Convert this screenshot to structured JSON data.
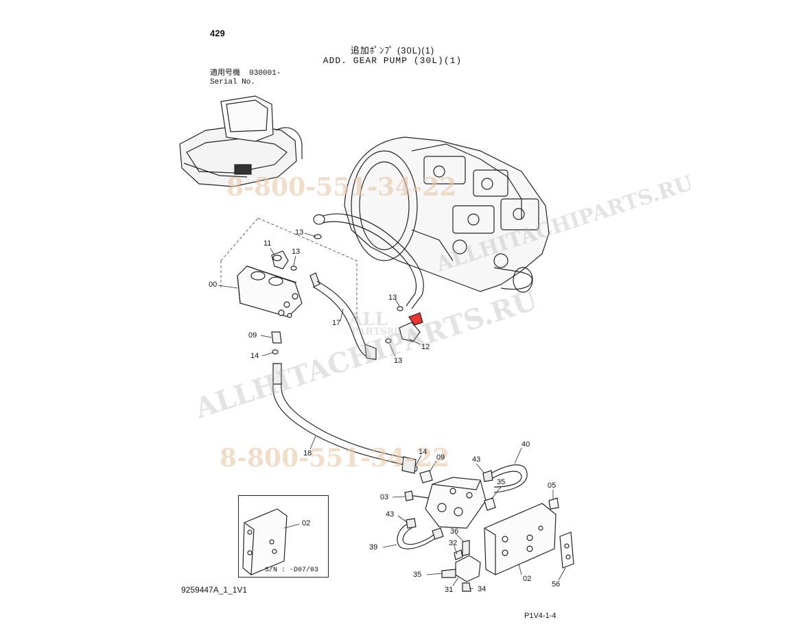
{
  "page_number": "429",
  "title_jp": "追加ﾎﾟﾝﾌﾟ (30L)(1)",
  "title_en": "ADD. GEAR PUMP (30L)(1)",
  "serial": {
    "label_jp": "適用号機",
    "label_en": "Serial No.",
    "value": "030001-"
  },
  "doc_id": "9259447A_1_1V1",
  "ref_code": "P1V4-1-4",
  "sn_note": "S/N : -D07/03",
  "watermarks": {
    "phone_upper": "8-800-551-34-22",
    "phone_lower": "8-800-551-34-22",
    "site_diag": "ALLHITACHIPARTS.RU",
    "site_small": "ALLHITACHIPARTS.RU",
    "logo_a": "ALL",
    "logo_b": "PARTS88"
  },
  "callouts": [
    {
      "id": "c13a",
      "text": "13"
    },
    {
      "id": "c11",
      "text": "11"
    },
    {
      "id": "c13b",
      "text": "13"
    },
    {
      "id": "c00",
      "text": "00"
    },
    {
      "id": "c13c",
      "text": "13"
    },
    {
      "id": "c17",
      "text": "17"
    },
    {
      "id": "c09a",
      "text": "09"
    },
    {
      "id": "c14a",
      "text": "14"
    },
    {
      "id": "c12",
      "text": "12"
    },
    {
      "id": "c13d",
      "text": "13"
    },
    {
      "id": "c18",
      "text": "18"
    },
    {
      "id": "c14b",
      "text": "14"
    },
    {
      "id": "c09b",
      "text": "09"
    },
    {
      "id": "c43a",
      "text": "43"
    },
    {
      "id": "c40",
      "text": "40"
    },
    {
      "id": "c35a",
      "text": "35"
    },
    {
      "id": "c05",
      "text": "05"
    },
    {
      "id": "c03",
      "text": "03"
    },
    {
      "id": "c43b",
      "text": "43"
    },
    {
      "id": "c02a",
      "text": "02"
    },
    {
      "id": "c36",
      "text": "36"
    },
    {
      "id": "c39",
      "text": "39"
    },
    {
      "id": "c32",
      "text": "32"
    },
    {
      "id": "c35b",
      "text": "35"
    },
    {
      "id": "c31",
      "text": "31"
    },
    {
      "id": "c34",
      "text": "34"
    },
    {
      "id": "c02b",
      "text": "02"
    },
    {
      "id": "c56",
      "text": "56"
    }
  ]
}
